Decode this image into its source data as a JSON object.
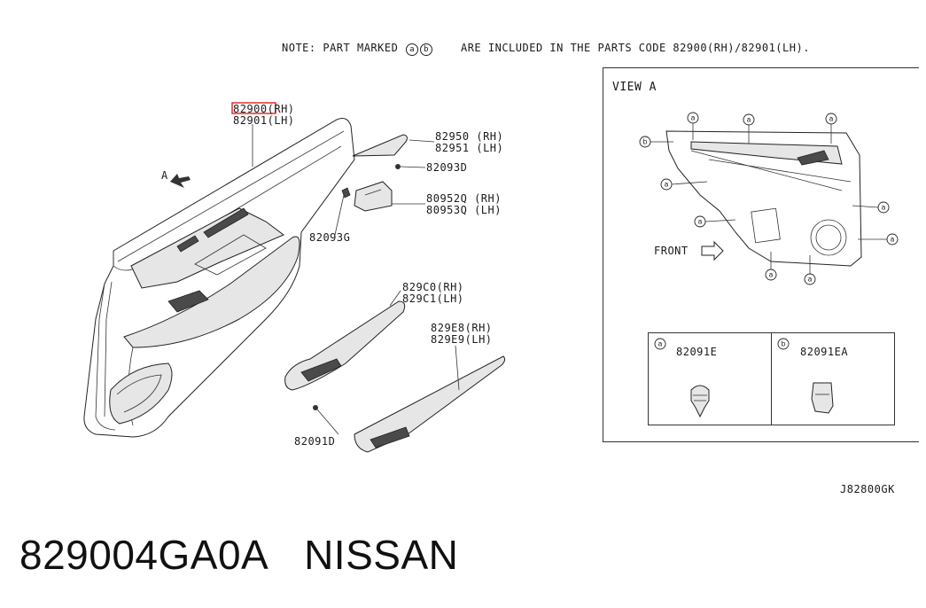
{
  "note": {
    "prefix": "NOTE: PART MARKED",
    "marker_a": "a",
    "marker_b": "b",
    "suffix": "ARE INCLUDED IN THE PARTS CODE 82900(RH)/82901(LH)."
  },
  "callouts": [
    {
      "id": "main-panel",
      "line1": "82900(RH)",
      "line2": "82901(LH)",
      "highlight": "82900"
    },
    {
      "id": "82950",
      "line1": "82950 (RH)",
      "line2": "82951 (LH)"
    },
    {
      "id": "82093D",
      "line1": "82093D"
    },
    {
      "id": "80952Q",
      "line1": "80952Q (RH)",
      "line2": "80953Q (LH)"
    },
    {
      "id": "82093G",
      "line1": "82093G"
    },
    {
      "id": "829C0",
      "line1": "829C0(RH)",
      "line2": "829C1(LH)"
    },
    {
      "id": "829E8",
      "line1": "829E8(RH)",
      "line2": "829E9(LH)"
    },
    {
      "id": "82091D",
      "line1": "82091D"
    }
  ],
  "view_arrow_label": "A",
  "view_a": {
    "title": "VIEW  A",
    "front_label": "FRONT",
    "marker_a": "a",
    "marker_b": "b"
  },
  "legend": [
    {
      "marker": "a",
      "part": "82091E"
    },
    {
      "marker": "b",
      "part": "82091EA"
    }
  ],
  "ref_code": "J82800GK",
  "footer": {
    "part_number": "829004GA0A",
    "brand": "NISSAN"
  },
  "colors": {
    "highlight_box": "#e02020",
    "line": "#222222"
  }
}
